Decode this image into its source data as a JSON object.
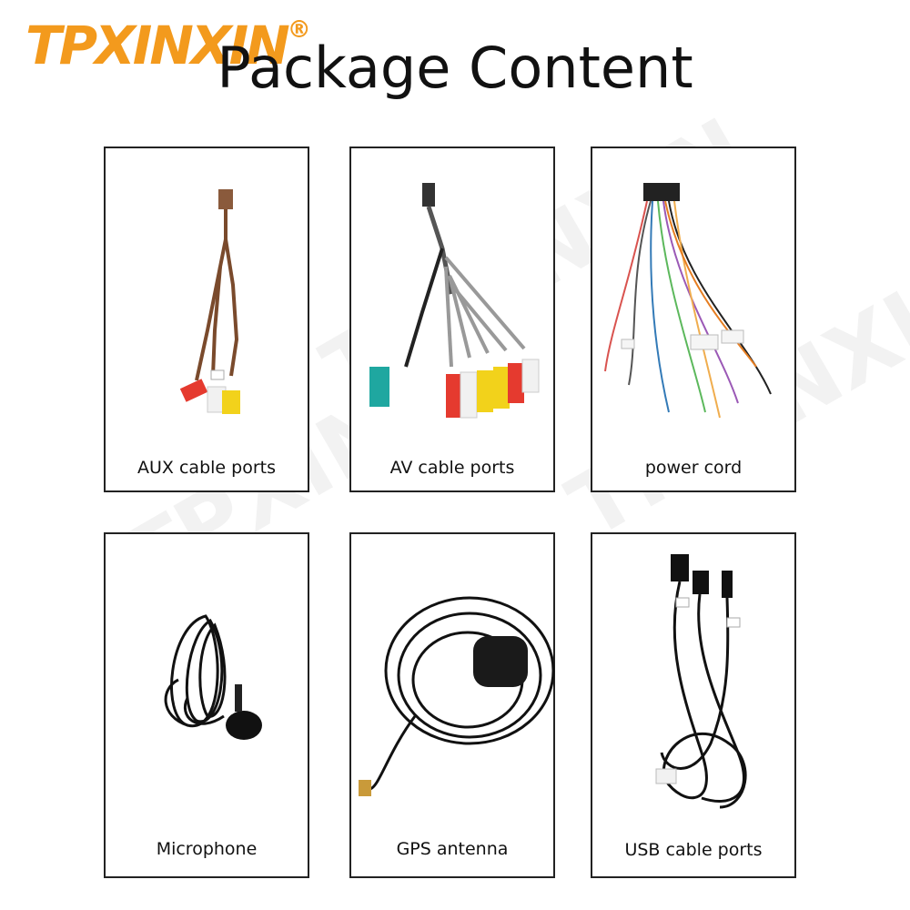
{
  "brand": {
    "logo_text": "TPXINXIN",
    "registered_mark": "®"
  },
  "header": {
    "title": "Package Content"
  },
  "items": [
    {
      "label": "AUX cable ports"
    },
    {
      "label": "AV cable ports"
    },
    {
      "label": "power cord"
    },
    {
      "label": "Microphone"
    },
    {
      "label": "GPS antenna"
    },
    {
      "label": "USB cable ports"
    }
  ],
  "colors": {
    "brand_orange": "#f39a1d",
    "border": "#222222",
    "rca_red": "#e53a2f",
    "rca_yellow": "#f2d21b",
    "rca_white": "#f1f1f1",
    "rca_teal": "#1fa7a0"
  }
}
